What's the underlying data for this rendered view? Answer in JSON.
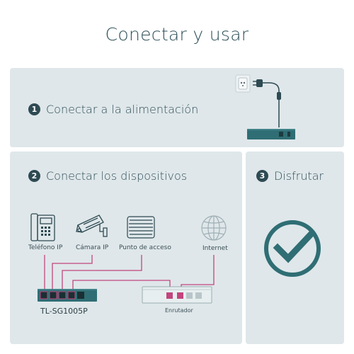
{
  "title": "Conectar y usar",
  "step1": {
    "number": "1",
    "label": "Conectar a la alimentación"
  },
  "step2": {
    "number": "2",
    "label": "Conectar los dispositivos"
  },
  "step3": {
    "number": "3",
    "label": "Disfrutar"
  },
  "devices": {
    "phone": "Teléfono IP",
    "camera": "Cámara IP",
    "ap": "Punto de acceso",
    "internet": "Internet"
  },
  "switch_model": "TL-SG1005P",
  "router_label": "Enrutador",
  "colors": {
    "panel": "#dfe7ea",
    "accent": "#2f6e74",
    "cable": "#c2457d",
    "switch_body": "#2f6e74"
  },
  "icons": [
    "power-outlet-icon",
    "power-plug-icon",
    "ip-phone-icon",
    "ip-camera-icon",
    "access-point-icon",
    "globe-icon",
    "checkmark-icon"
  ]
}
